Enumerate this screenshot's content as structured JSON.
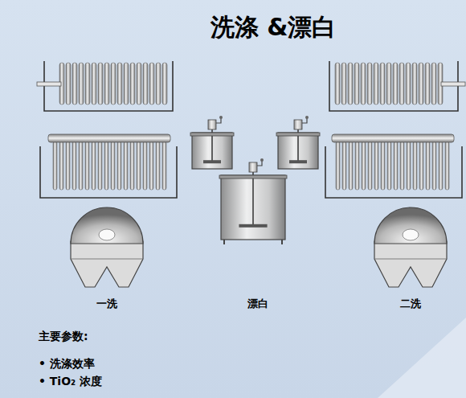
{
  "diagram": {
    "title": "洗涤 &漂白",
    "labels": [
      "一洗",
      "漂白",
      "二洗",
      "主要参数:",
      "• 洗涤效率",
      "• TiO₂ 浓度"
    ]
  }
}
